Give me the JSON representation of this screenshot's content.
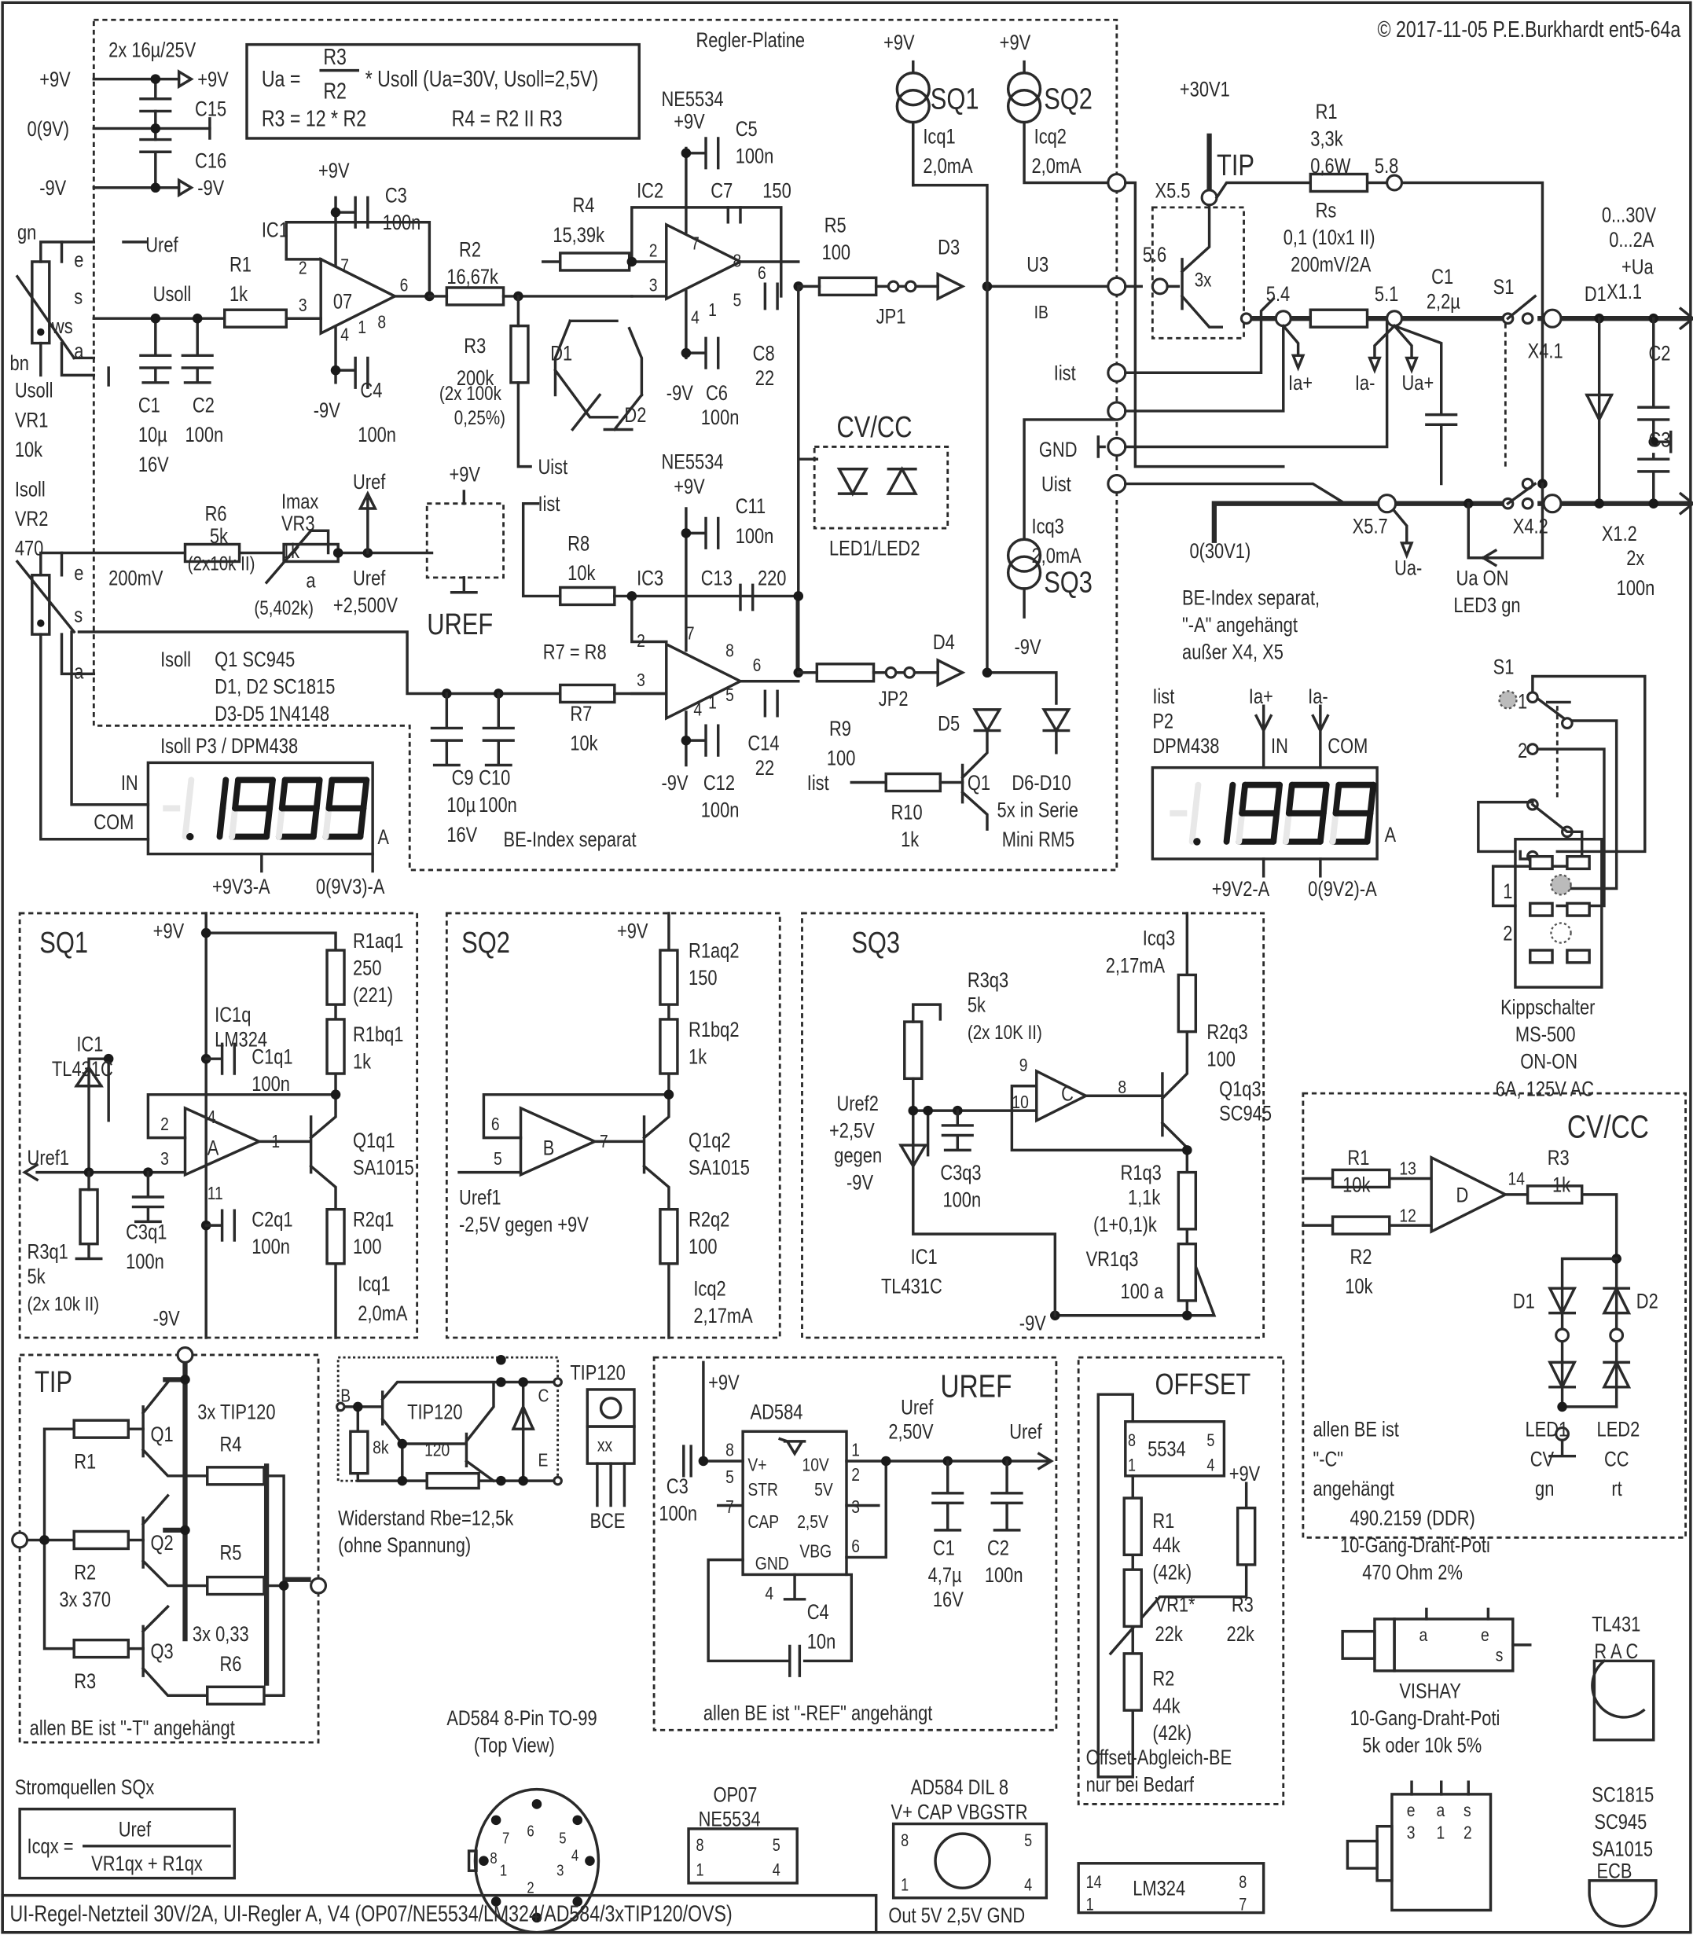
{
  "copyright": "© 2017-11-05 P.E.Burkhardt ent5-64a",
  "title_bar": "UI-Regel-Netzteil 30V/2A, UI-Regler A, V4 (OP07/NE5534/LM324/AD584/3xTIP120/OVS)",
  "formula_box": {
    "line1_lhs": "Ua =",
    "num": "R3",
    "den": "R2",
    "line1_rhs": "* Usoll (Ua=30V, Usoll=2,5V)",
    "line2a": "R3 = 12 * R2",
    "line2b": "R4 = R2 II R3"
  },
  "labels": {
    "regler_platine": "Regler-Platine",
    "cap_2x": "2x 16µ/25V",
    "p9v_in": "+9V",
    "p9v_out": "+9V",
    "c15": "C15",
    "zero9v": "0(9V)",
    "c16": "C16",
    "m9v_in": "-9V",
    "m9v_out": "-9V",
    "gn": "gn",
    "e1": "e",
    "s1": "s",
    "ws": "ws",
    "a1": "a",
    "bn": "bn",
    "uref_top": "Uref",
    "usoll": "Usoll",
    "vr1_a": "Usoll",
    "vr1_b": "VR1",
    "vr1_c": "10k",
    "c1_a": "C1",
    "c1_b": "10µ",
    "c1_c": "16V",
    "c2_a": "C2",
    "c2_b": "100n",
    "r1_a": "R1",
    "r1_b": "1k",
    "ic1": "IC1",
    "ic1_pin2": "2",
    "ic1_pin3": "3",
    "ic1_pin7": "7",
    "ic1_pin6": "6",
    "ic1_pin4": "4",
    "ic1_pin1": "1",
    "ic1_pin8": "8",
    "ic1_name": "07",
    "ic1_p9": "+9V",
    "c3_a": "C3",
    "c3_b": "100n",
    "ic1_m9": "-9V",
    "c4_a": "C4",
    "c4_b": "100n",
    "r2_a": "R2",
    "r2_b": "16,67k",
    "r3_a": "R3",
    "r3_b": "200k",
    "r3_c": "(2x 100k",
    "r3_d": "0,25%)",
    "uist_in": "Uist",
    "iist_in": "Iist",
    "d1": "D1",
    "d2": "D2",
    "r4_a": "R4",
    "r4_b": "15,39k",
    "ic2": "IC2",
    "ic2_chip": "NE5534",
    "ic2_p9": "+9V",
    "c5_a": "C5",
    "c5_b": "100n",
    "c7": "C7",
    "c7_v": "150",
    "ic2_pin2": "2",
    "ic2_pin3": "3",
    "ic2_pin7": "7",
    "ic2_pin8": "8",
    "ic2_pin6": "6",
    "ic2_pin5": "5",
    "ic2_pin4": "4",
    "ic2_pin1": "1",
    "c8_a": "C8",
    "c8_b": "22",
    "ic2_m9": "-9V",
    "c6_a": "C6",
    "c6_b": "100n",
    "r5_a": "R5",
    "r5_b": "100",
    "jp1": "JP1",
    "d3": "D3",
    "u3": "U3",
    "ib": "IB",
    "sq1_p9": "+9V",
    "sq1_name": "SQ1",
    "icq1": "Icq1",
    "icq1_v": "2,0mA",
    "sq2_p9": "+9V",
    "sq2_name": "SQ2",
    "icq2": "Icq2",
    "icq2_v": "2,0mA",
    "cvcc_top": "CV/CC",
    "led12": "LED1/LED2",
    "ic3_chip": "NE5534",
    "ic3_p9": "+9V",
    "c11_a": "C11",
    "c11_b": "100n",
    "r8_a": "R8",
    "r8_b": "10k",
    "ic3": "IC3",
    "c13": "C13",
    "c13_v": "220",
    "r7eq": "R7 =  R8",
    "ic3_pin2": "2",
    "ic3_pin3": "3",
    "ic3_pin7": "7",
    "ic3_pin8": "8",
    "ic3_pin6": "6",
    "ic3_pin5": "5",
    "ic3_pin4": "4",
    "ic3_pin1": "1",
    "r7_a": "R7",
    "r7_b": "10k",
    "c14_a": "C14",
    "c14_b": "22",
    "ic3_m9": "-9V",
    "c12_a": "C12",
    "c12_b": "100n",
    "r9_a": "R9",
    "r9_b": "100",
    "jp2": "JP2",
    "d4": "D4",
    "d5": "D5",
    "iist_q1": "Iist",
    "r10_a": "R10",
    "r10_b": "1k",
    "q1": "Q1",
    "d6d10_a": "D6-D10",
    "d6d10_b": "5x in Serie",
    "d6d10_c": "Mini RM5",
    "icq3": "Icq3",
    "icq3_v": "2,0mA",
    "sq3_name": "SQ3",
    "sq3_m9": "-9V",
    "isoll_a": "Isoll",
    "isoll_b": "VR2",
    "isoll_c": "470",
    "r6_a": "R6",
    "r6_b": "5k",
    "r6_c": "(2x10k II)",
    "imax_a": "Imax",
    "imax_b": "VR3",
    "imax_c": "1k",
    "imax_d": "(5,402k)",
    "imax_wa": "a",
    "uref_up": "Uref",
    "uref_val_a": "Uref",
    "uref_val_b": "+2,500V",
    "uref_block_p9": "+9V",
    "uref_block": "UREF",
    "e2": "e",
    "s2": "s",
    "a2": "a",
    "mv200": "200mV",
    "isoll_net": "Isoll",
    "parts_a": "Q1  SC945",
    "parts_b": "D1, D2 SC1815",
    "parts_c": "D3-D5  1N4148",
    "c9_a": "C9",
    "c9_b": "10µ",
    "c9_c": "16V",
    "c10_a": "C10",
    "c10_b": "100n",
    "be_index": "BE-Index separat",
    "p3_title": "Isoll  P3 / DPM438",
    "p3_in": "IN",
    "p3_com": "COM",
    "p3_unit": "A",
    "p3_sup_a": "+9V3-A",
    "p3_sup_b": "0(9V3)-A",
    "p30v1": "+30V1",
    "tip": "TIP",
    "x55": "X5.5",
    "r1p_a": "R1",
    "r1p_b": "3,3k",
    "r1p_c": "0,6W",
    "t58": "5.8",
    "t56": "5.6",
    "x3": "3x",
    "rs_a": "Rs",
    "rs_b": "0,1 (10x1 II)",
    "rs_c": "200mV/2A",
    "t54": "5.4",
    "t51": "5.1",
    "c1p_a": "C1",
    "c1p_b": "2,2µ",
    "s1p": "S1",
    "out_a": "0...30V",
    "out_b": "0...2A",
    "out_c": "+Ua",
    "x11": "X1.1",
    "d1p": "D1",
    "x41": "X4.1",
    "c2p": "C2",
    "c3p": "C3",
    "ia_plus": "Ia+",
    "ia_minus": "Ia-",
    "ua_plus": "Ua+",
    "iist_out": "Iist",
    "gnd_out": "GND",
    "uist_out": "Uist",
    "x57": "X5.7",
    "zero30": "0(30V1)",
    "ua_minus": "Ua-",
    "ua_on": "Ua ON",
    "led3": "LED3 gn",
    "x42": "X4.2",
    "x12": "X1.2",
    "c23_a": "2x",
    "c23_b": "100n",
    "be_note_a": "BE-Index separat,",
    "be_note_b": "\"-A\" angehängt",
    "be_note_c": "außer X4, X5",
    "p2_a": "Iist",
    "p2_b": "P2",
    "p2_c": "DPM438",
    "p2_iap": "Ia+",
    "p2_iam": "Ia-",
    "p2_in": "IN",
    "p2_com": "COM",
    "p2_unit": "A",
    "p2_sup_a": "+9V2-A",
    "p2_sup_b": "0(9V2)-A",
    "s1_title": "S1",
    "s1_1": "1",
    "s1_2": "2",
    "s1_b1": "1",
    "s1_b2": "2",
    "kipp_a": "Kippschalter",
    "kipp_b": "MS-500",
    "kipp_c": "ON-ON",
    "kipp_d": "6A, 125V AC"
  },
  "sq1": {
    "title": "SQ1",
    "p9": "+9V",
    "m9": "-9V",
    "r1aq1": "R1aq1",
    "r1aq1_v": "250",
    "r1aq1_alt": "(221)",
    "r1bq1": "R1bq1",
    "r1bq1_v": "1k",
    "ic1q": "IC1q",
    "lm324": "LM324",
    "ic1": "IC1",
    "tl431c": "TL431C",
    "c1q1": "C1q1",
    "c1q1_v": "100n",
    "pin2": "2",
    "pin4": "4",
    "pin3": "3",
    "pin1": "1",
    "pin11": "11",
    "amp": "A",
    "q1q1": "Q1q1",
    "sa1015": "SA1015",
    "uref1": "Uref1",
    "c3q1": "C3q1",
    "c3q1_v": "100n",
    "c2q1": "C2q1",
    "c2q1_v": "100n",
    "r2q1": "R2q1",
    "r2q1_v": "100",
    "r3q1": "R3q1",
    "r3q1_v": "5k",
    "r3q1_alt": "(2x 10k II)",
    "icq1": "Icq1",
    "icq1_v": "2,0mA"
  },
  "sq2": {
    "title": "SQ2",
    "p9": "+9V",
    "r1aq2": "R1aq2",
    "r1aq2_v": "150",
    "r1bq2": "R1bq2",
    "r1bq2_v": "1k",
    "pin6": "6",
    "pin5": "5",
    "pin7": "7",
    "amp": "B",
    "q1q2": "Q1q2",
    "sa1015": "SA1015",
    "uref1": "Uref1",
    "uref_note": "-2,5V gegen +9V",
    "r2q2": "R2q2",
    "r2q2_v": "100",
    "icq2": "Icq2",
    "icq2_v": "2,17mA"
  },
  "sq3": {
    "title": "SQ3",
    "icq3": "Icq3",
    "icq3_v": "2,17mA",
    "r3q3": "R3q3",
    "r3q3_v": "5k",
    "r3q3_alt": "(2x 10K II)",
    "r2q3": "R2q3",
    "r2q3_v": "100",
    "pin9": "9",
    "pin10": "10",
    "pin8": "8",
    "amp": "C",
    "q1q3": "Q1q3",
    "sc945": "SC945",
    "uref2_a": "Uref2",
    "uref2_b": "+2,5V",
    "uref2_c": "gegen",
    "uref2_d": "-9V",
    "c3q3": "C3q3",
    "c3q3_v": "100n",
    "r1q3": "R1q3",
    "r1q3_v": "1,1k",
    "r1q3_alt": "(1+0,1)k",
    "vr1q3": "VR1q3",
    "vr1q3_v": "100 a",
    "ic1": "IC1",
    "tl431c": "TL431C",
    "m9": "-9V"
  },
  "cvcc": {
    "title": "CV/CC",
    "r1": "R1",
    "r1_v": "10k",
    "r2": "R2",
    "r2_v": "10k",
    "pin13": "13",
    "pin12": "12",
    "pin14": "14",
    "amp": "D",
    "r3": "R3",
    "r3_v": "1k",
    "d1": "D1",
    "d2": "D2",
    "note_a": "allen BE ist",
    "note_b": "\"-C\"",
    "note_c": "angehängt",
    "led1_a": "LED1",
    "led1_b": "CV",
    "led1_c": "gn",
    "led2_a": "LED2",
    "led2_b": "CC",
    "led2_c": "rt"
  },
  "tip": {
    "title": "TIP",
    "q1": "Q1",
    "q2": "Q2",
    "q3": "Q3",
    "x3tip": "3x TIP120",
    "r1": "R1",
    "r2": "R2",
    "r2_v": "3x 370",
    "r3": "R3",
    "r4": "R4",
    "r5": "R5",
    "r6": "R6",
    "r6_v": "3x 0,33",
    "note": "allen BE ist \"-T\" angehängt"
  },
  "tip120": {
    "title": "TIP120",
    "b": "B",
    "c": "C",
    "e": "E",
    "r8k": "8k",
    "r120": "120",
    "pkg": "TIP120",
    "pkg_xx": "xx",
    "pkg_pins": "BCE",
    "note_a": "Widerstand Rbe=12,5k",
    "note_b": "(ohne Spannung)"
  },
  "uref": {
    "title": "UREF",
    "p9": "+9V",
    "chip": "AD584",
    "pin8": "8",
    "pin5": "5",
    "pin7": "7",
    "pin1": "1",
    "pin2": "2",
    "pin3": "3",
    "pin6": "6",
    "pin4": "4",
    "vplus": "V+",
    "str": "STR",
    "cap": "CAP",
    "gnd": "GND",
    "v10": "10V",
    "v5": "5V",
    "v25": "2,5V",
    "vbg": "VBG",
    "c3": "C3",
    "c3_v": "100n",
    "uref_a": "Uref",
    "uref_b": "2,50V",
    "uref_out": "Uref",
    "c1": "C1",
    "c1_v": "4,7µ",
    "c1_v2": "16V",
    "c2": "C2",
    "c2_v": "100n",
    "c4": "C4",
    "c4_v": "10n",
    "note": "allen BE ist \"-REF\" angehängt"
  },
  "offset": {
    "title": "OFFSET",
    "chip": "5534",
    "p8": "8",
    "p1": "1",
    "p5": "5",
    "p4": "4",
    "p9": "+9V",
    "r1": "R1",
    "r1_v": "44k",
    "r1_alt": "(42k)",
    "vr1": "VR1*",
    "vr1_v": "22k",
    "r3": "R3",
    "r3_v": "22k",
    "r2": "R2",
    "r2_v": "44k",
    "r2_alt": "(42k)",
    "note_a": "Offset-Abgleich-BE",
    "note_b": "nur bei Bedarf"
  },
  "parts": {
    "poti1_a": "490.2159 (DDR)",
    "poti1_b": "10-Gang-Draht-Poti",
    "poti1_c": "470 Ohm 2%",
    "poti1_pa": "a",
    "poti1_pe": "e",
    "poti1_ps": "s",
    "vishay_a": "VISHAY",
    "vishay_b": "10-Gang-Draht-Poti",
    "vishay_c": "5k oder 10k 5%",
    "vishay_e": "e",
    "vishay_a2": "a",
    "vishay_s": "s",
    "vishay_3": "3",
    "vishay_1": "1",
    "vishay_2": "2",
    "tl431": "TL431",
    "tl431_pins": "R A C",
    "trans_a": "SC1815",
    "trans_b": "SC945",
    "trans_c": "SA1015",
    "trans_d": "ECB",
    "to99_a": "AD584 8-Pin TO-99",
    "to99_b": "(Top View)",
    "to99_pins": [
      "1",
      "2",
      "3",
      "4",
      "5",
      "6",
      "7",
      "8"
    ],
    "op07_a": "OP07",
    "op07_b": "NE5534",
    "op07_p8": "8",
    "op07_p5": "5",
    "op07_p1": "1",
    "op07_p4": "4",
    "dil_a": "AD584 DIL 8",
    "dil_b": "V+ CAP VBGSTR",
    "dil_c": "Out 5V 2,5V GND",
    "dil_p8": "8",
    "dil_p5": "5",
    "dil_p1": "1",
    "dil_p4": "4",
    "lm324": "LM324",
    "lm_p14": "14",
    "lm_p8": "8",
    "lm_p1": "1",
    "lm_p7": "7",
    "sqx_title": "Stromquellen SQx",
    "sqx_lhs": "Icqx =",
    "sqx_num": "Uref",
    "sqx_den": "VR1qx + R1qx"
  },
  "displays": {
    "p3": {
      "digits": [
        "1",
        "9",
        "9",
        "9"
      ],
      "color_on": "#1a1a1a",
      "color_off": "#e8e8e8"
    },
    "p2": {
      "digits": [
        "1",
        "9",
        "9",
        "9"
      ],
      "color_on": "#1a1a1a",
      "color_off": "#e8e8e8"
    }
  }
}
